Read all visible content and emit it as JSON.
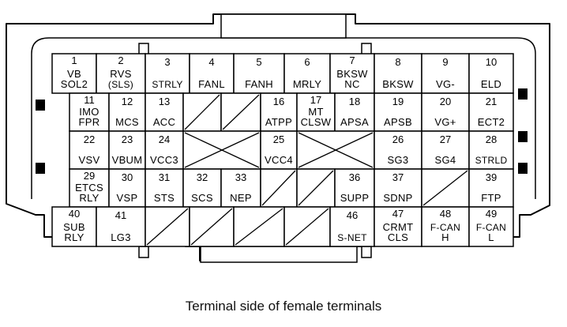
{
  "caption": "Terminal side of female terminals",
  "rows": [
    [
      {
        "pin": "1",
        "lines": [
          "VB",
          "SOL2"
        ]
      },
      {
        "pin": "2",
        "lines": [
          "RVS",
          "(SLS)"
        ]
      },
      {
        "pin": "3",
        "lines": [
          "STRLY"
        ]
      },
      {
        "pin": "4",
        "lines": [
          "FANL"
        ]
      },
      {
        "pin": "5",
        "lines": [
          "FANH"
        ]
      },
      {
        "pin": "6",
        "lines": [
          "MRLY"
        ]
      },
      {
        "pin": "7",
        "lines": [
          "BKSW",
          "NC"
        ]
      },
      {
        "pin": "8",
        "lines": [
          "BKSW"
        ]
      },
      {
        "pin": "9",
        "lines": [
          "VG-"
        ]
      },
      {
        "pin": "10",
        "lines": [
          "ELD"
        ]
      }
    ],
    [
      {
        "pin": "11",
        "lines": [
          "IMO",
          "FPR"
        ]
      },
      {
        "pin": "12",
        "lines": [
          "MCS"
        ]
      },
      {
        "pin": "13",
        "lines": [
          "ACC"
        ]
      },
      {
        "empty": "slash"
      },
      {
        "empty": "slash"
      },
      {
        "pin": "16",
        "lines": [
          "ATPP"
        ]
      },
      {
        "pin": "17",
        "lines": [
          "MT",
          "CLSW"
        ]
      },
      {
        "pin": "18",
        "lines": [
          "APSA"
        ]
      },
      {
        "pin": "19",
        "lines": [
          "APSB"
        ]
      },
      {
        "pin": "20",
        "lines": [
          "VG+"
        ]
      },
      {
        "pin": "21",
        "lines": [
          "ECT2"
        ]
      }
    ],
    [
      {
        "pin": "22",
        "lines": [
          "VSV"
        ]
      },
      {
        "pin": "23",
        "lines": [
          "VBUM"
        ]
      },
      {
        "pin": "24",
        "lines": [
          "VCC3"
        ]
      },
      {
        "empty": "cross"
      },
      {
        "pin": "25",
        "lines": [
          "VCC4"
        ]
      },
      {
        "empty": "cross"
      },
      {
        "pin": "26",
        "lines": [
          "SG3"
        ]
      },
      {
        "pin": "27",
        "lines": [
          "SG4"
        ]
      },
      {
        "pin": "28",
        "lines": [
          "STRLD"
        ]
      }
    ],
    [
      {
        "pin": "29",
        "lines": [
          "ETCS",
          "RLY"
        ]
      },
      {
        "pin": "30",
        "lines": [
          "VSP"
        ]
      },
      {
        "pin": "31",
        "lines": [
          "STS"
        ]
      },
      {
        "pin": "32",
        "lines": [
          "SCS"
        ]
      },
      {
        "pin": "33",
        "lines": [
          "NEP"
        ]
      },
      {
        "empty": "slash"
      },
      {
        "empty": "slash"
      },
      {
        "pin": "36",
        "lines": [
          "SUPP"
        ]
      },
      {
        "pin": "37",
        "lines": [
          "SDNP"
        ]
      },
      {
        "empty": "slash"
      },
      {
        "pin": "39",
        "lines": [
          "FTP"
        ]
      }
    ],
    [
      {
        "pin": "40",
        "lines": [
          "SUB",
          "RLY"
        ]
      },
      {
        "pin": "41",
        "lines": [
          "LG3"
        ]
      },
      {
        "empty": "slash"
      },
      {
        "empty": "slash"
      },
      {
        "empty": "slash"
      },
      {
        "empty": "slash"
      },
      {
        "pin": "46",
        "lines": [
          "S-NET"
        ]
      },
      {
        "pin": "47",
        "lines": [
          "CRMT",
          "CLS"
        ]
      },
      {
        "pin": "48",
        "lines": [
          "F-CAN",
          "H"
        ]
      },
      {
        "pin": "49",
        "lines": [
          "F-CAN",
          "L"
        ]
      }
    ]
  ]
}
